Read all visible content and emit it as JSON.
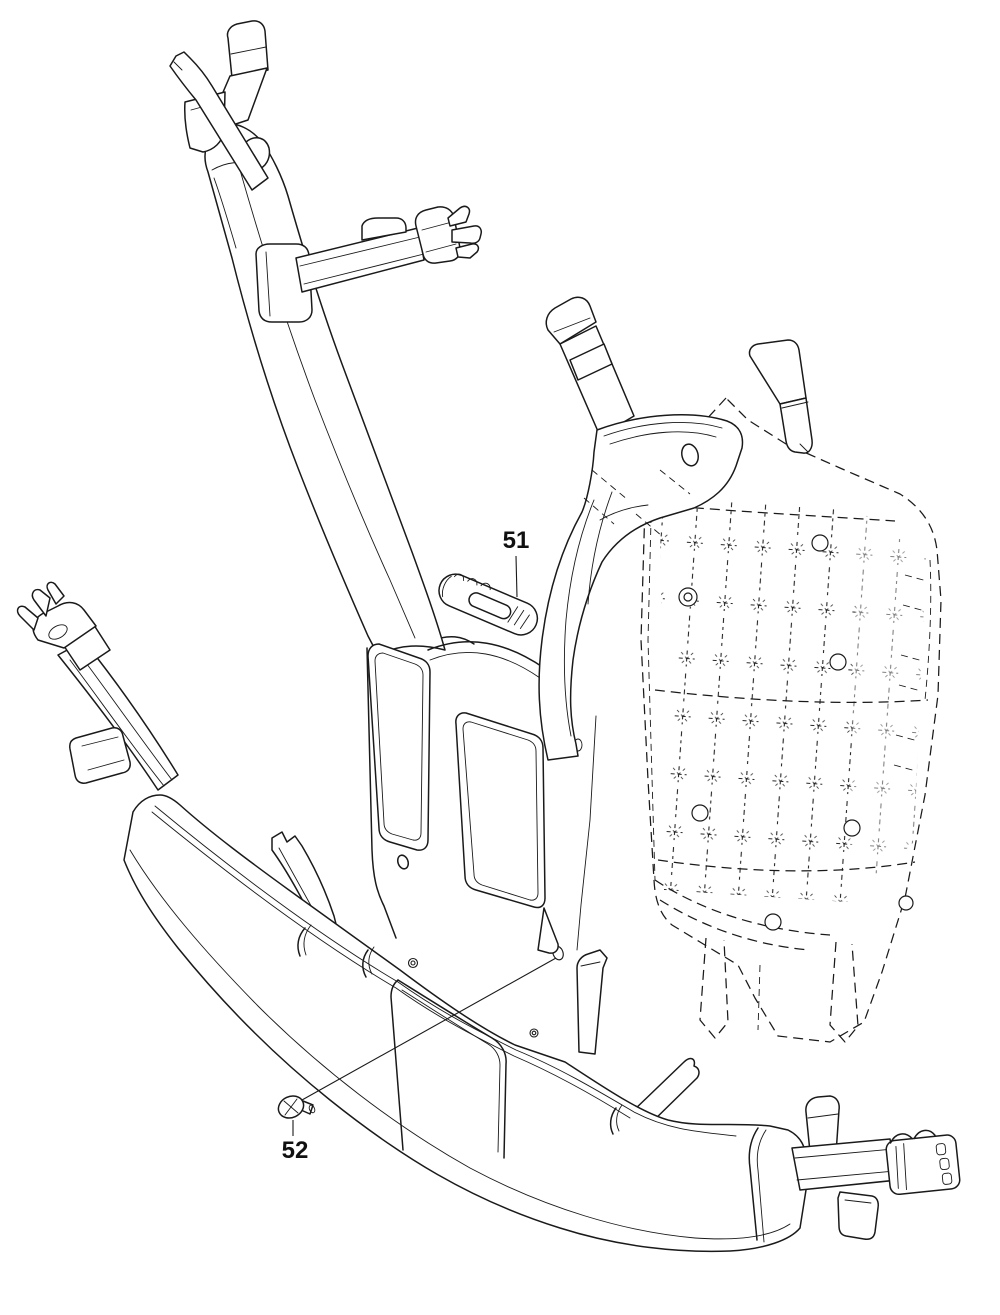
{
  "page": {
    "background_color": "#ffffff",
    "line_color": "#1a1a1a"
  },
  "diagram": {
    "type": "exploded-parts-line-drawing",
    "callouts": [
      {
        "number": "51"
      },
      {
        "number": "52"
      }
    ]
  }
}
